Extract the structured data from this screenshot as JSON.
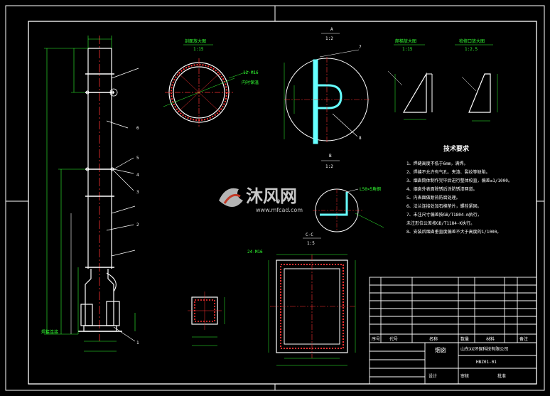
{
  "drawing": {
    "detail_ring_title": "剖面放大图",
    "detail_ring_scale": "1:15",
    "section_a_title": "A",
    "section_a_scale": "1:2",
    "section_b_title": "B",
    "section_b_scale": "1:2",
    "ladder_detail_title": "爬梯放大图",
    "ladder_detail_scale": "1:15",
    "flange_detail_title": "检修口放大图",
    "flange_detail_scale": "1:2.5",
    "section_cc_title": "C-C",
    "section_cc_scale": "1:5",
    "weld_note": "L50×5角钢",
    "bolt_note": "24-M16",
    "bolt_note_2": "12-M16",
    "plate_note": "内衬保温",
    "base_note": "焊接连接",
    "part_labels": [
      "6",
      "5",
      "4",
      "3",
      "2",
      "1",
      "7",
      "8"
    ]
  },
  "tech_requirements": {
    "title": "技术要求",
    "items": [
      "1、焊缝高度不低于6mm，满焊。",
      "2、焊缝不允许有气孔、夹渣、裂纹等缺陷。",
      "3、烟囱筒体制作完毕后进行整体校直，偏差≤1/1000。",
      "4、烟囱外表面除锈后涂防锈漆两道。",
      "5、内表面做耐热防腐处理。",
      "6、法兰连接处加石棉垫片，螺栓紧固。",
      "7、未注尺寸偏差按GB/T1804-m执行，",
      "   未注形位公差按GB/T1184-K执行。",
      "8、安装后烟囱垂直度偏差不大于高度的1/1000。"
    ]
  },
  "title_block": {
    "company": "山东XX环保科技有限公司",
    "drawing_name": "烟囱",
    "drawing_no": "HBZ01-01",
    "col_headers": [
      "序号",
      "代号",
      "名称",
      "数量",
      "材料",
      "备注"
    ],
    "designer_label": "设计",
    "checker_label": "审核",
    "approve_label": "批准"
  },
  "watermark": {
    "brand": "沐风网",
    "url": "www.mfcad.com"
  },
  "colors": {
    "frame": "#ffffff",
    "outline": "#ffffff",
    "centerline": "#ff3333",
    "dimension": "#33ff33",
    "section": "#66ffff",
    "watermark": "#c8c8c8",
    "watermark_accent": "#d7402b"
  }
}
